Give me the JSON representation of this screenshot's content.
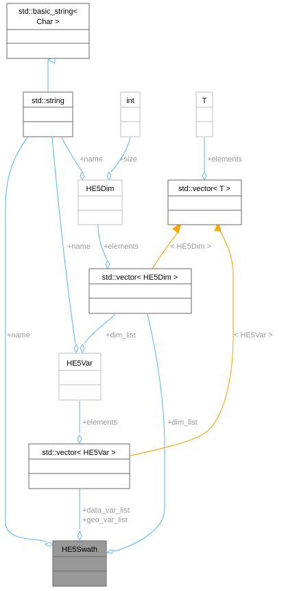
{
  "nodes": {
    "basic_string": {
      "title_line1": "std::basic_string<",
      "title_line2": "Char >"
    },
    "string": {
      "title": "std::string"
    },
    "int": {
      "title": "int"
    },
    "T": {
      "title": "T"
    },
    "he5dim": {
      "title": "HE5Dim"
    },
    "vector_t": {
      "title": "std::vector< T >"
    },
    "vector_he5dim": {
      "title": "std::vector< HE5Dim >"
    },
    "he5var": {
      "title": "HE5Var"
    },
    "vector_he5var": {
      "title": "std::vector< HE5Var >"
    },
    "he5swath": {
      "title": "HE5Swath"
    }
  },
  "edges": {
    "string_he5dim_name": "+name",
    "int_he5dim_size": "+size",
    "t_vector_elements": "+elements",
    "he5dim_vector_elements": "+elements",
    "vector_t_he5dim_template": "< HE5Dim >",
    "string_he5var_name": "+name",
    "vectordim_he5var_dim_list": "+dim_list",
    "string_swath_name": "+name",
    "vector_t_he5var_template": "< HE5Var >",
    "he5var_vector_elements": "+elements",
    "vectordim_swath_dim_list": "+dim_list",
    "vectorvar_swath_line1": "+data_var_list",
    "vectorvar_swath_line2": "+geo_var_list"
  },
  "colors": {
    "uses_edge": "#63b8ff",
    "template_edge": "#ffa500",
    "inherit_edge": "#63b8ff",
    "box_border": "#666666",
    "box_border_light": "#bfbfbf",
    "highlight_fill": "#999999"
  }
}
